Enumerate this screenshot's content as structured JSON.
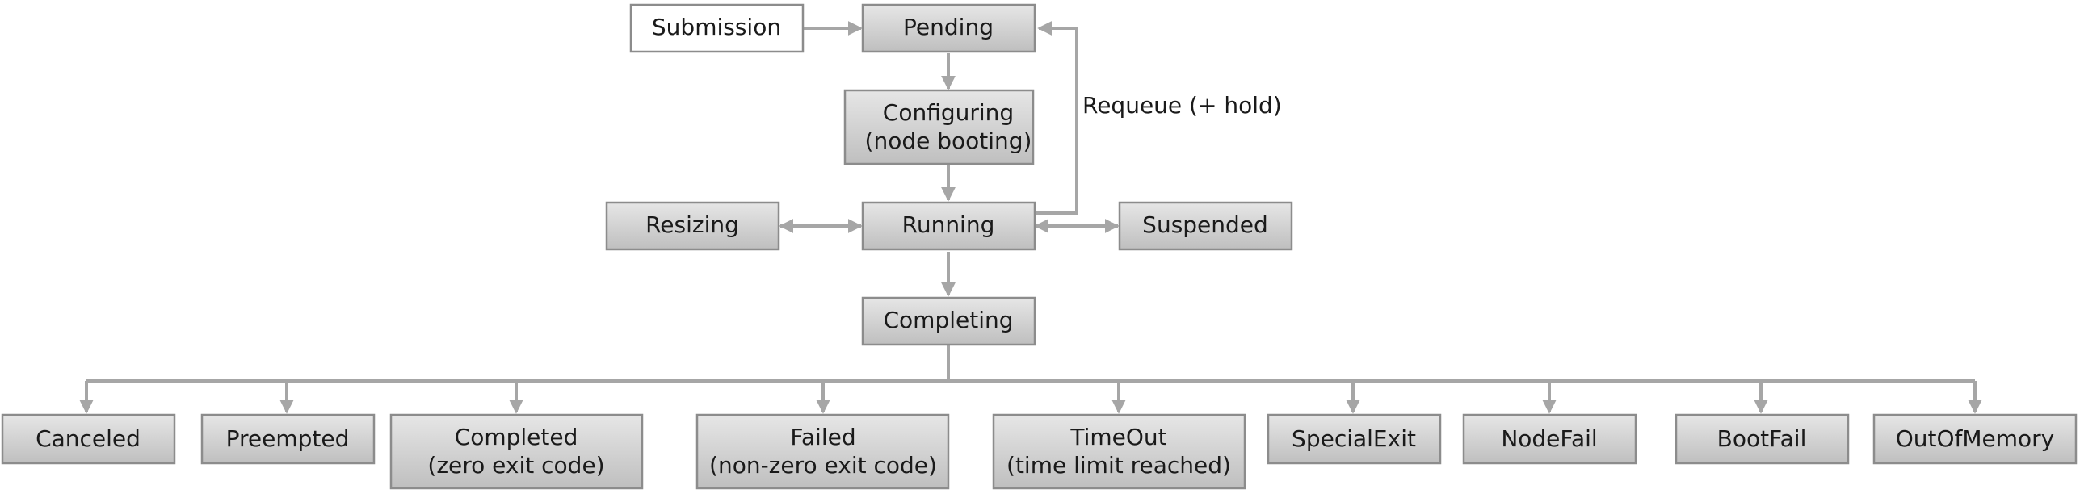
{
  "diagram": {
    "nodes": {
      "submission": "Submission",
      "pending": "Pending",
      "configuring": [
        "Configuring",
        "(node booting)"
      ],
      "resizing": "Resizing",
      "running": "Running",
      "suspended": "Suspended",
      "completing": "Completing",
      "canceled": "Canceled",
      "preempted": "Preempted",
      "completed": [
        "Completed",
        "(zero exit code)"
      ],
      "failed": [
        "Failed",
        "(non-zero exit code)"
      ],
      "timeout": [
        "TimeOut",
        "(time limit reached)"
      ],
      "specialexit": "SpecialExit",
      "nodefail": "NodeFail",
      "bootfail": "BootFail",
      "outofmemory": "OutOfMemory"
    },
    "edge_labels": {
      "requeue": "Requeue (+ hold)"
    }
  }
}
